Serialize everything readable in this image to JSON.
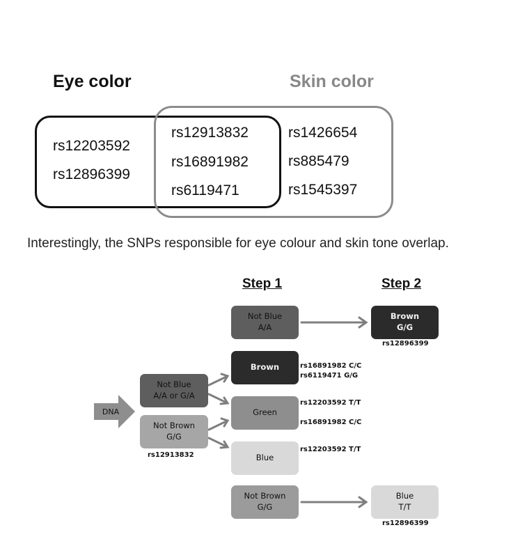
{
  "venn": {
    "eye_title": "Eye color",
    "skin_title": "Skin color",
    "eye_only": [
      "rs12203592",
      "rs12896399"
    ],
    "shared": [
      "rs12913832",
      "rs16891982",
      "rs6119471"
    ],
    "skin_only": [
      "rs1426654",
      "rs885479",
      "rs1545397"
    ]
  },
  "caption": "Interestingly, the SNPs responsible for eye colour and skin tone overlap.",
  "flow": {
    "step1": "Step 1",
    "step2": "Step 2",
    "dna": "DNA",
    "left_top": {
      "line1": "Not Blue",
      "line2": "A/A or G/A"
    },
    "left_bottom": {
      "line1": "Not Brown",
      "line2": "G/G"
    },
    "left_rs": "rs12913832",
    "s1_not_blue": {
      "line1": "Not Blue",
      "line2": "A/A"
    },
    "s1_brown": "Brown",
    "s1_green": "Green",
    "s1_blue": "Blue",
    "s1_not_brown": {
      "line1": "Not Brown",
      "line2": "G/G"
    },
    "s2_brown": {
      "line1": "Brown",
      "line2": "G/G"
    },
    "s2_brown_rs": "rs12896399",
    "s2_blue": {
      "line1": "Blue",
      "line2": "T/T"
    },
    "s2_blue_rs": "rs12896399",
    "ann_brown_1": "rs16891982 C/C",
    "ann_brown_2": "rs6119471 G/G",
    "ann_green_1": "rs12203592 T/T",
    "ann_green_2": "rs16891982 C/C",
    "ann_blue_1": "rs12203592 T/T"
  },
  "colors": {
    "eye_outline": "#111111",
    "skin_outline": "#8c8c8c",
    "dark_node": "#2b2b2b",
    "mid_dark_node": "#5e5e5e",
    "mid_node": "#8e8e8e",
    "light_node": "#d9d9d9",
    "arrow": "#7f7f7f"
  }
}
